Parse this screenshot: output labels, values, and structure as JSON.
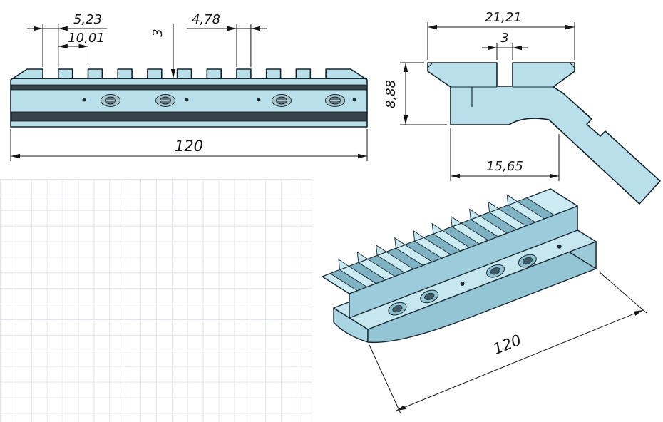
{
  "side_view": {
    "dim_groove_width": "5,23",
    "dim_groove_pitch": "10,01",
    "dim_groove_depth": "3",
    "dim_tooth_width": "4,78",
    "dim_overall_length": "120"
  },
  "profile_view": {
    "dim_rail_width": "21,21",
    "dim_slot_width": "3",
    "dim_rail_height": "8,88",
    "dim_base_width": "15,65"
  },
  "iso_view": {
    "dim_overall_length": "120"
  },
  "colors": {
    "part_fill": "#b9e0ea",
    "band_dark": "#37424a",
    "line": "#14232b",
    "grid_line": "#e3e6ef"
  }
}
